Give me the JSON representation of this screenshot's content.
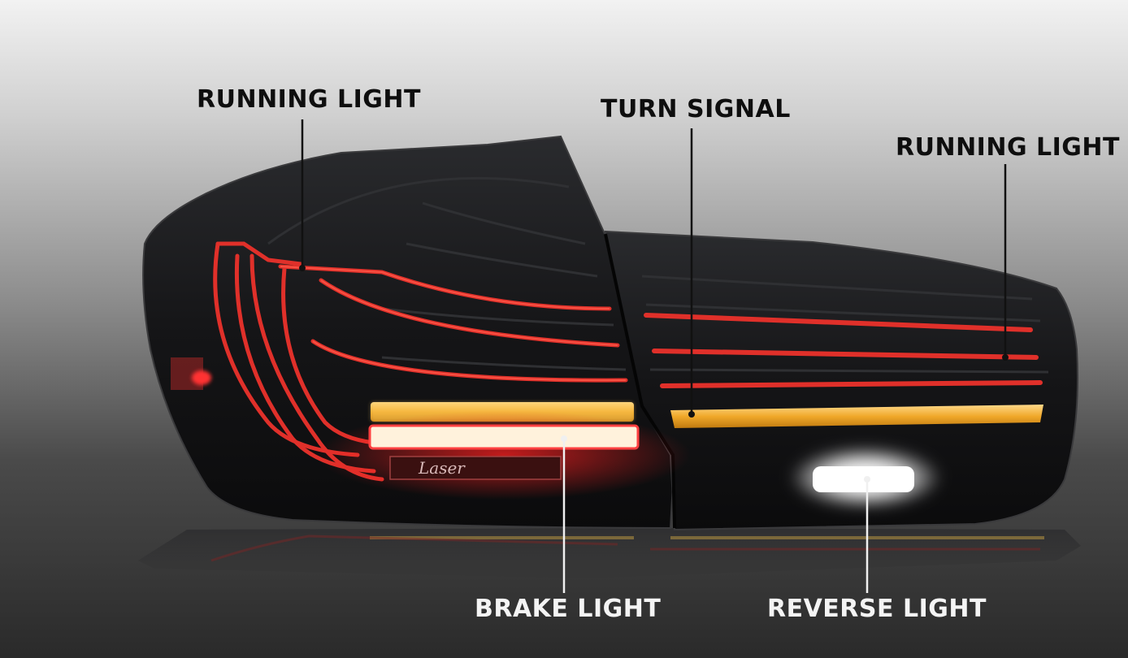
{
  "labels": {
    "running_light_left": "RUNNING LIGHT",
    "turn_signal": "TURN SIGNAL",
    "running_light_right": "RUNNING LIGHT",
    "brake_light": "BRAKE LIGHT",
    "reverse_light": "REVERSE LIGHT"
  },
  "lens_badge": "Laser",
  "colors": {
    "running_light": "#e0302a",
    "turn_signal": "#f0b030",
    "brake_light": "#fff0d8",
    "reverse_light": "#ffffff",
    "housing": "#141416"
  }
}
